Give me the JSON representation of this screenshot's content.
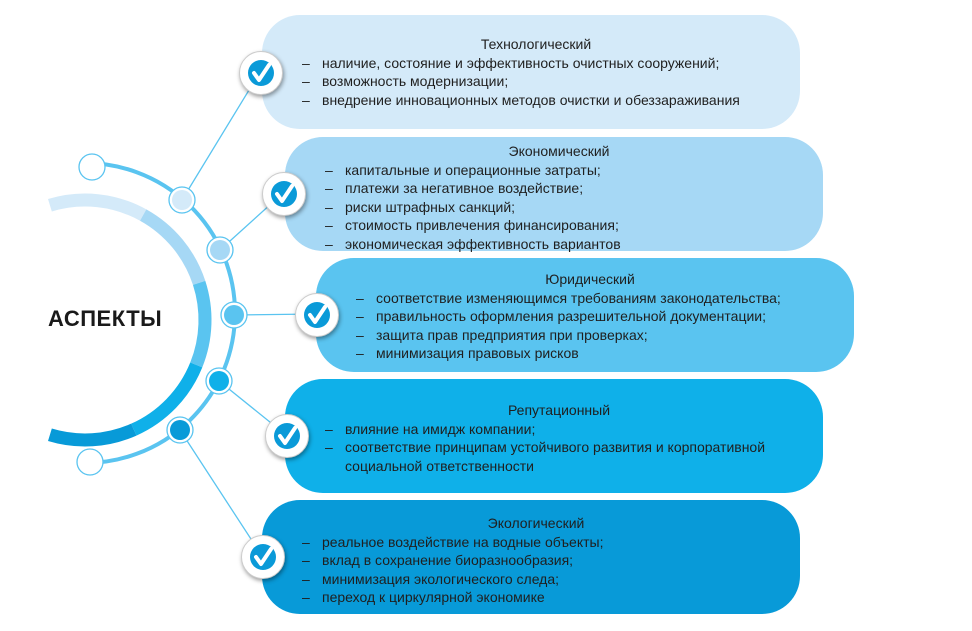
{
  "center_label": "АСПЕКТЫ",
  "aspects": [
    {
      "title": "Технологический",
      "color": "#d4eaf9",
      "items": [
        "наличие, состояние и эффективность очистных сооружений;",
        "возможность модернизации;",
        "внедрение инновационных методов очистки и обеззараживания"
      ]
    },
    {
      "title": "Экономический",
      "color": "#a6d8f5",
      "items": [
        "капитальные и операционные затраты;",
        "платежи за негативное воздействие;",
        "риски штрафных санкций;",
        "стоимость привлечения финансирования;",
        "экономическая эффективность вариантов"
      ]
    },
    {
      "title": "Юридический",
      "color": "#5ac4f0",
      "items": [
        "соответствие изменяющимся требованиям законодательства;",
        "правильность оформления разрешительной документации;",
        "защита прав предприятия при проверках;",
        "минимизация правовых рисков"
      ]
    },
    {
      "title": "Репутационный",
      "color": "#0fb0e9",
      "items": [
        "влияние на имидж компании;",
        "соответствие принципам устойчивого развития и корпоративной социальной ответственности"
      ]
    },
    {
      "title": "Экологический",
      "color": "#089ad8",
      "items": [
        "реальное воздействие на водные объекты;",
        "вклад в сохранение биоразнообразия;",
        "минимизация экологического следа;",
        "переход к циркулярной экономике"
      ]
    }
  ],
  "icons": {
    "check": "check-circle-icon"
  }
}
